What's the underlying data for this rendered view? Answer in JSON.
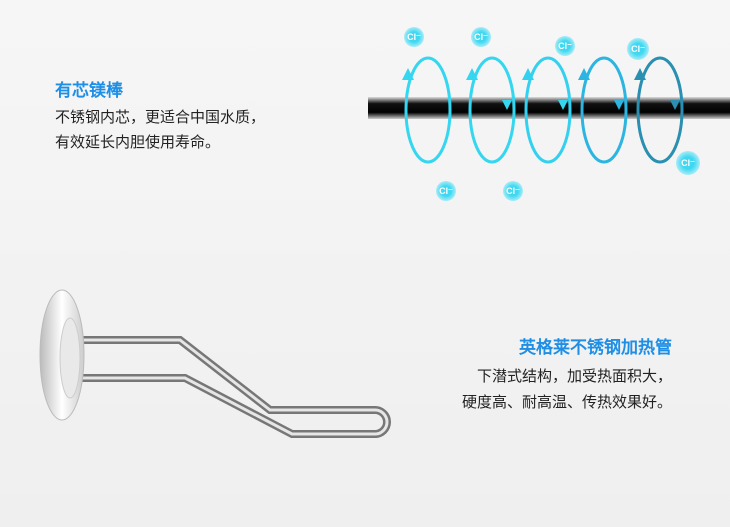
{
  "magnesium_section": {
    "title": "有芯镁棒",
    "lines": [
      "不锈钢内芯，更适合中国水质，",
      "有效延长内胆使用寿命。"
    ],
    "ion_label": "Cl⁻"
  },
  "heating_section": {
    "title": "英格莱不锈钢加热管",
    "lines": [
      "下潜式结构，加受热面积大，",
      "硬度高、耐高温、传热效果好。"
    ]
  },
  "colors": {
    "accent": "#1f8fe6",
    "loop": "#2fd3ee",
    "loop_dark": "#2a8fb0"
  }
}
